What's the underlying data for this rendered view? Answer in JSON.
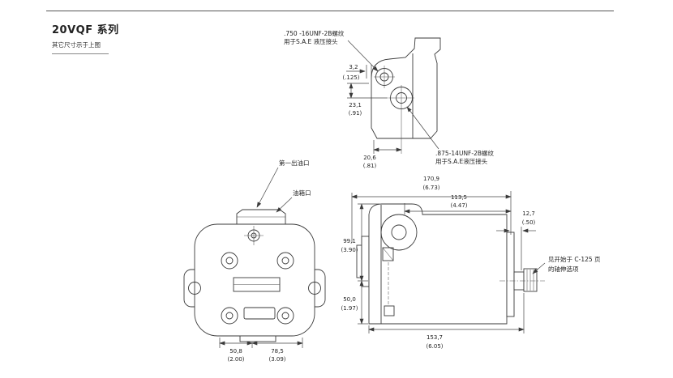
{
  "colors": {
    "background": "#ffffff",
    "line": "#3a3a3a",
    "text": "#1f1f1f"
  },
  "header": {
    "title": "20VQF 系列",
    "subtitle": "其它尺寸示于上图"
  },
  "port_detail": {
    "note_top": {
      "line1": ".750 -16UNF-2B螺纹",
      "line2": "用于S.A.E 液压接头"
    },
    "note_bottom": {
      "line1": ".875-14UNF-2B螺纹",
      "line2": "用于S.A.E液压接头"
    },
    "dims": {
      "offset": {
        "mm": "3,2",
        "in": "(.125)"
      },
      "spacing": {
        "mm": "23,1",
        "in": "(.91)"
      },
      "depth": {
        "mm": "20,6",
        "in": "(.81)"
      }
    }
  },
  "front_view": {
    "labels": {
      "first_outlet": "第一出油口",
      "tank_port": "油箱口"
    },
    "dims": {
      "left": {
        "mm": "50,8",
        "in": "(2.00)"
      },
      "right": {
        "mm": "78,5",
        "in": "(3.09)"
      }
    }
  },
  "side_view": {
    "dims": {
      "overall_length": {
        "mm": "170,9",
        "in": "(6.73)"
      },
      "body_length": {
        "mm": "113,5",
        "in": "(4.47)"
      },
      "flange_offset": {
        "mm": "12,7",
        "in": "(.50)"
      },
      "height_top": {
        "mm": "99,1",
        "in": "(3.90)"
      },
      "height_bottom": {
        "mm": "50,0",
        "in": "(1.97)"
      },
      "base_length": {
        "mm": "153,7",
        "in": "(6.05)"
      }
    },
    "shaft_note": {
      "line1": "见开始于 C-125 页",
      "line2": "的轴伸选项"
    }
  }
}
